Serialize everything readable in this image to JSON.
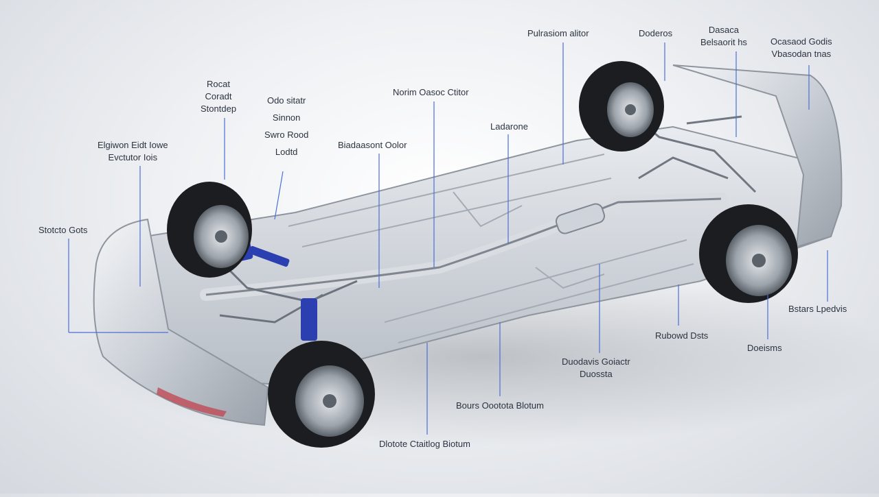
{
  "diagram": {
    "labels": [
      {
        "id": "l1",
        "lines": [
          "Pulrasiom alitor"
        ]
      },
      {
        "id": "l2",
        "lines": [
          "Doderos"
        ]
      },
      {
        "id": "l3",
        "lines": [
          "Dasaca",
          "Belsaorit hs"
        ]
      },
      {
        "id": "l4",
        "lines": [
          "Ocasaod Godis",
          "Vbasodan tnas"
        ]
      },
      {
        "id": "l5",
        "lines": [
          "Rocat",
          "Coradt",
          "Stontdep"
        ]
      },
      {
        "id": "l6",
        "lines": [
          "Odo sitatr",
          "Sinnon",
          "Swro Rood",
          "Lodtd"
        ]
      },
      {
        "id": "l7",
        "lines": [
          "Norim Oasoc Ctitor"
        ]
      },
      {
        "id": "l8",
        "lines": [
          "Ladarone"
        ]
      },
      {
        "id": "l9",
        "lines": [
          "Elgiwon Eidt Iowe",
          "Evctutor Iois"
        ]
      },
      {
        "id": "l10",
        "lines": [
          "Biadaasont Oolor"
        ]
      },
      {
        "id": "l11",
        "lines": [
          "Stotcto Gots"
        ]
      },
      {
        "id": "l12",
        "lines": [
          "Bstars Lpedvis"
        ]
      },
      {
        "id": "l13",
        "lines": [
          "Rubowd Dsts"
        ]
      },
      {
        "id": "l14",
        "lines": [
          "Doeisms"
        ]
      },
      {
        "id": "l15",
        "lines": [
          "Duodavis Goiactr",
          "Duossta"
        ]
      },
      {
        "id": "l16",
        "lines": [
          "Bours Oootota Blotum"
        ]
      },
      {
        "id": "l17",
        "lines": [
          "Dlotote Ctaitlog Biotum"
        ]
      }
    ]
  }
}
